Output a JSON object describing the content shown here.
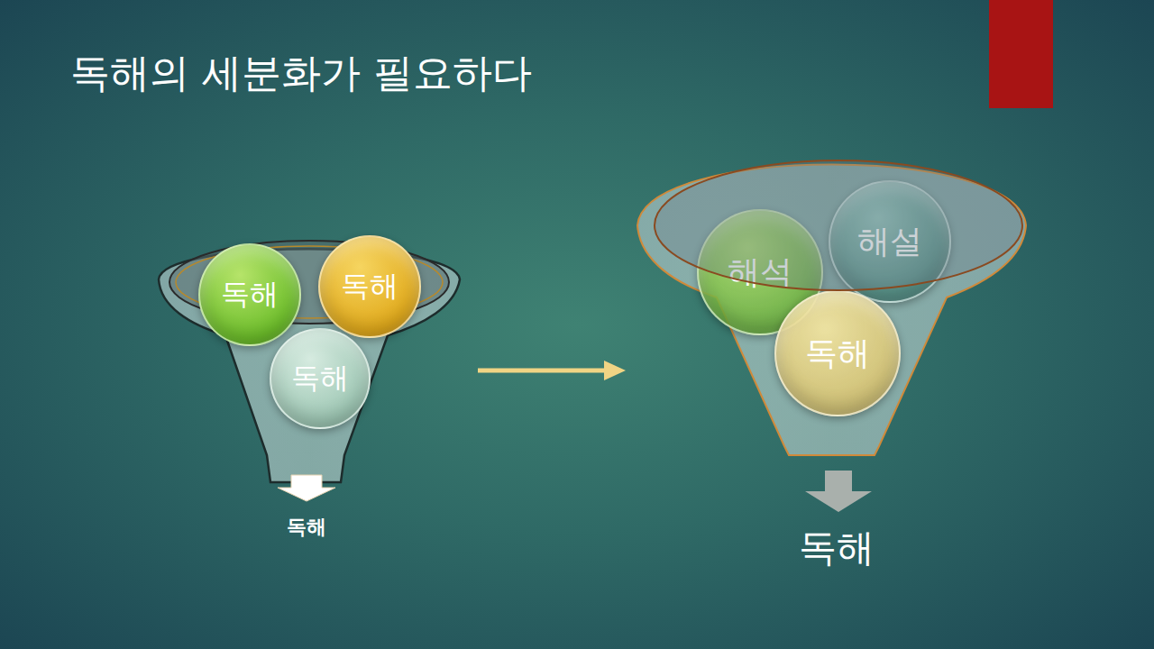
{
  "diagram": {
    "title": "독해의 세분화가 필요하다",
    "nodes": [
      {
        "text": [
          "독해"
        ]
      },
      {
        "text": [
          "독해"
        ]
      },
      {
        "text": [
          "독해"
        ]
      },
      {
        "text": [
          "해석"
        ]
      },
      {
        "text": [
          "해설"
        ]
      },
      {
        "text": [
          "독해"
        ]
      }
    ],
    "labels": [
      "독해",
      "독해"
    ]
  }
}
